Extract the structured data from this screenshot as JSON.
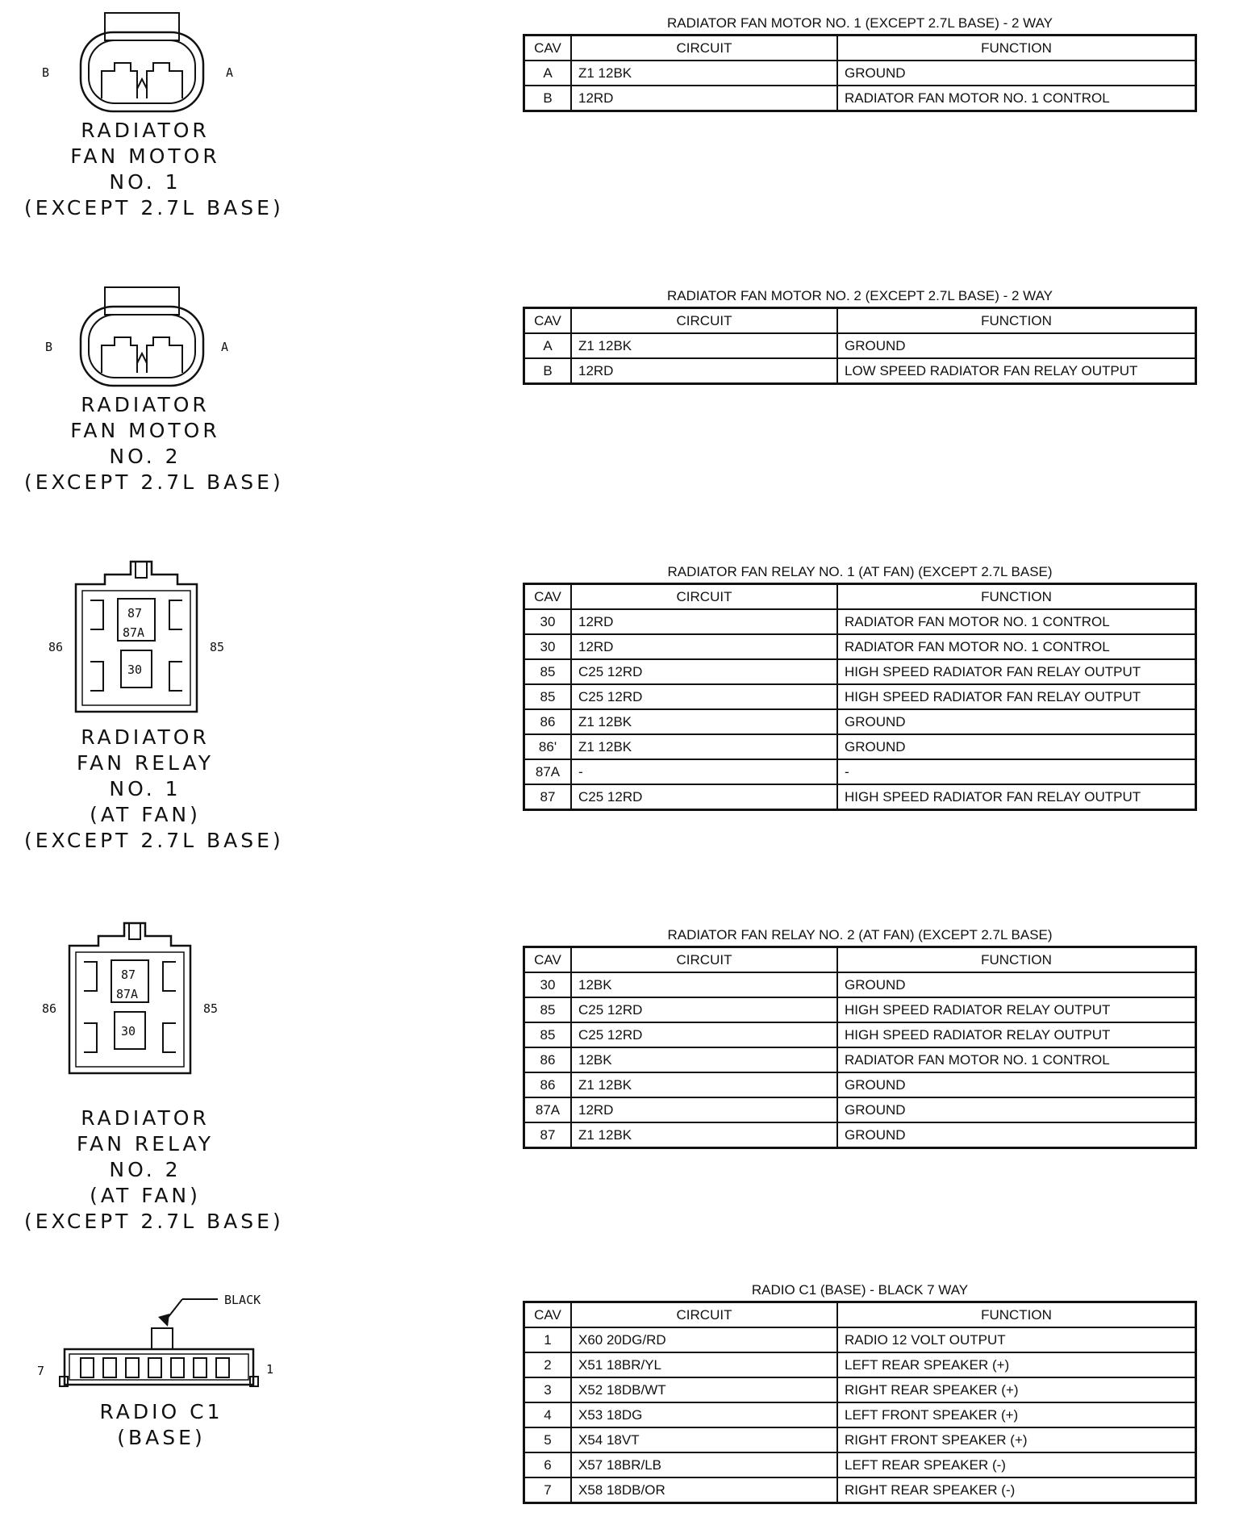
{
  "sections": [
    {
      "connector": {
        "lines": [
          "RADIATOR",
          "FAN MOTOR",
          "NO. 1",
          "(EXCEPT 2.7L BASE)"
        ],
        "pins": {
          "left": "B",
          "right": "A"
        }
      },
      "table": {
        "title": "RADIATOR FAN MOTOR NO. 1 (EXCEPT 2.7L BASE) - 2 WAY",
        "headers": [
          "CAV",
          "CIRCUIT",
          "FUNCTION"
        ],
        "rows": [
          [
            "A",
            "Z1 12BK",
            "GROUND"
          ],
          [
            "B",
            "12RD",
            "RADIATOR FAN MOTOR NO. 1 CONTROL"
          ]
        ]
      }
    },
    {
      "connector": {
        "lines": [
          "RADIATOR",
          "FAN MOTOR",
          "NO. 2",
          "(EXCEPT 2.7L BASE)"
        ],
        "pins": {
          "left": "B",
          "right": "A"
        }
      },
      "table": {
        "title": "RADIATOR FAN MOTOR NO. 2 (EXCEPT 2.7L BASE) - 2 WAY",
        "headers": [
          "CAV",
          "CIRCUIT",
          "FUNCTION"
        ],
        "rows": [
          [
            "A",
            "Z1 12BK",
            "GROUND"
          ],
          [
            "B",
            "12RD",
            "LOW SPEED RADIATOR FAN RELAY OUTPUT"
          ]
        ]
      }
    },
    {
      "connector": {
        "lines": [
          "RADIATOR",
          "FAN RELAY",
          "NO. 1",
          "(AT FAN)",
          "(EXCEPT 2.7L BASE)"
        ],
        "pins": {
          "left": "86",
          "right": "85",
          "top": "87",
          "mid": "87A",
          "bottom": "30"
        }
      },
      "table": {
        "title": "RADIATOR FAN RELAY NO. 1 (AT FAN) (EXCEPT 2.7L BASE)",
        "headers": [
          "CAV",
          "CIRCUIT",
          "FUNCTION"
        ],
        "rows": [
          [
            "30",
            "12RD",
            "RADIATOR FAN MOTOR NO. 1 CONTROL"
          ],
          [
            "30",
            "12RD",
            "RADIATOR FAN MOTOR NO. 1 CONTROL"
          ],
          [
            "85",
            "C25 12RD",
            "HIGH SPEED RADIATOR FAN RELAY OUTPUT"
          ],
          [
            "85",
            "C25 12RD",
            "HIGH SPEED RADIATOR FAN RELAY OUTPUT"
          ],
          [
            "86",
            "Z1 12BK",
            "GROUND"
          ],
          [
            "86'",
            "Z1 12BK",
            "GROUND"
          ],
          [
            "87A",
            "-",
            "-"
          ],
          [
            "87",
            "C25 12RD",
            "HIGH SPEED RADIATOR FAN RELAY OUTPUT"
          ]
        ]
      }
    },
    {
      "connector": {
        "lines": [
          "RADIATOR",
          "FAN RELAY",
          "NO. 2",
          "(AT FAN)",
          "(EXCEPT 2.7L BASE)"
        ],
        "pins": {
          "left": "86",
          "right": "85",
          "top": "87",
          "mid": "87A",
          "bottom": "30"
        }
      },
      "table": {
        "title": "RADIATOR FAN RELAY NO. 2 (AT FAN) (EXCEPT 2.7L BASE)",
        "headers": [
          "CAV",
          "CIRCUIT",
          "FUNCTION"
        ],
        "rows": [
          [
            "30",
            "12BK",
            "GROUND"
          ],
          [
            "85",
            "C25 12RD",
            "HIGH SPEED RADIATOR RELAY OUTPUT"
          ],
          [
            "85",
            "C25 12RD",
            "HIGH SPEED RADIATOR RELAY OUTPUT"
          ],
          [
            "86",
            "12BK",
            "RADIATOR FAN MOTOR NO. 1 CONTROL"
          ],
          [
            "86",
            "Z1 12BK",
            "GROUND"
          ],
          [
            "87A",
            "12RD",
            "GROUND"
          ],
          [
            "87",
            "Z1 12BK",
            "GROUND"
          ]
        ]
      }
    },
    {
      "connector": {
        "lines": [
          "RADIO C1",
          "(BASE)"
        ],
        "pins": {
          "left": "7",
          "right": "1",
          "color": "BLACK"
        }
      },
      "table": {
        "title": "RADIO C1 (BASE) - BLACK 7 WAY",
        "headers": [
          "CAV",
          "CIRCUIT",
          "FUNCTION"
        ],
        "rows": [
          [
            "1",
            "X60 20DG/RD",
            "RADIO 12 VOLT OUTPUT"
          ],
          [
            "2",
            "X51 18BR/YL",
            "LEFT REAR SPEAKER (+)"
          ],
          [
            "3",
            "X52 18DB/WT",
            "RIGHT REAR SPEAKER (+)"
          ],
          [
            "4",
            "X53 18DG",
            "LEFT FRONT SPEAKER (+)"
          ],
          [
            "5",
            "X54 18VT",
            "RIGHT FRONT SPEAKER (+)"
          ],
          [
            "6",
            "X57 18BR/LB",
            "LEFT REAR SPEAKER (-)"
          ],
          [
            "7",
            "X58 18DB/OR",
            "RIGHT REAR SPEAKER (-)"
          ]
        ]
      }
    }
  ]
}
